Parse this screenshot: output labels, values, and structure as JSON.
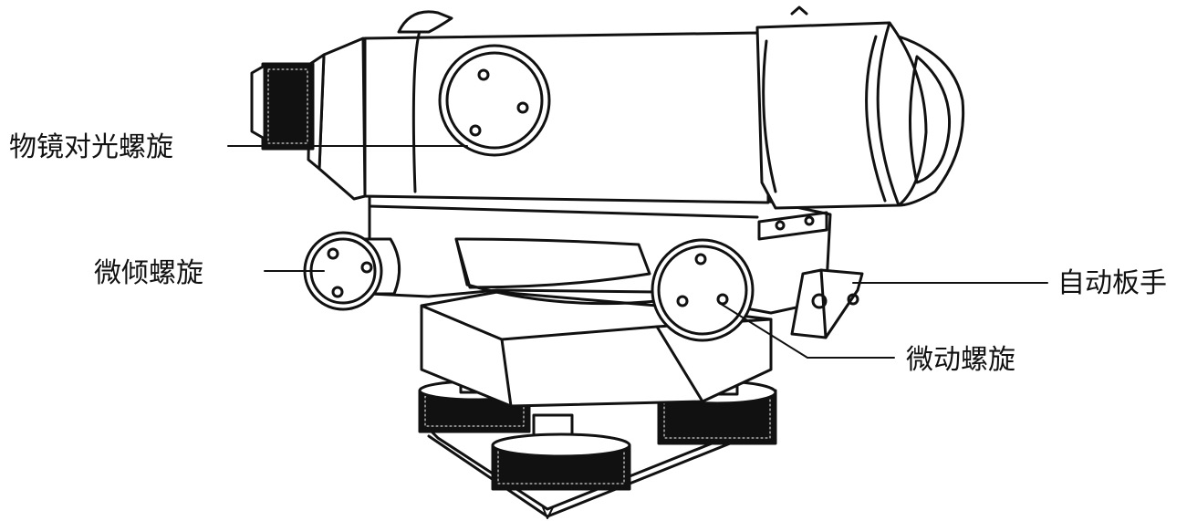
{
  "labels": {
    "objective_focus_screw": "物镜对光螺旋",
    "tilt_screw": "微倾螺旋",
    "auto_handle": "自动板手",
    "fine_motion_screw": "微动螺旋"
  },
  "colors": {
    "ink": "#111111",
    "background": "#ffffff"
  }
}
